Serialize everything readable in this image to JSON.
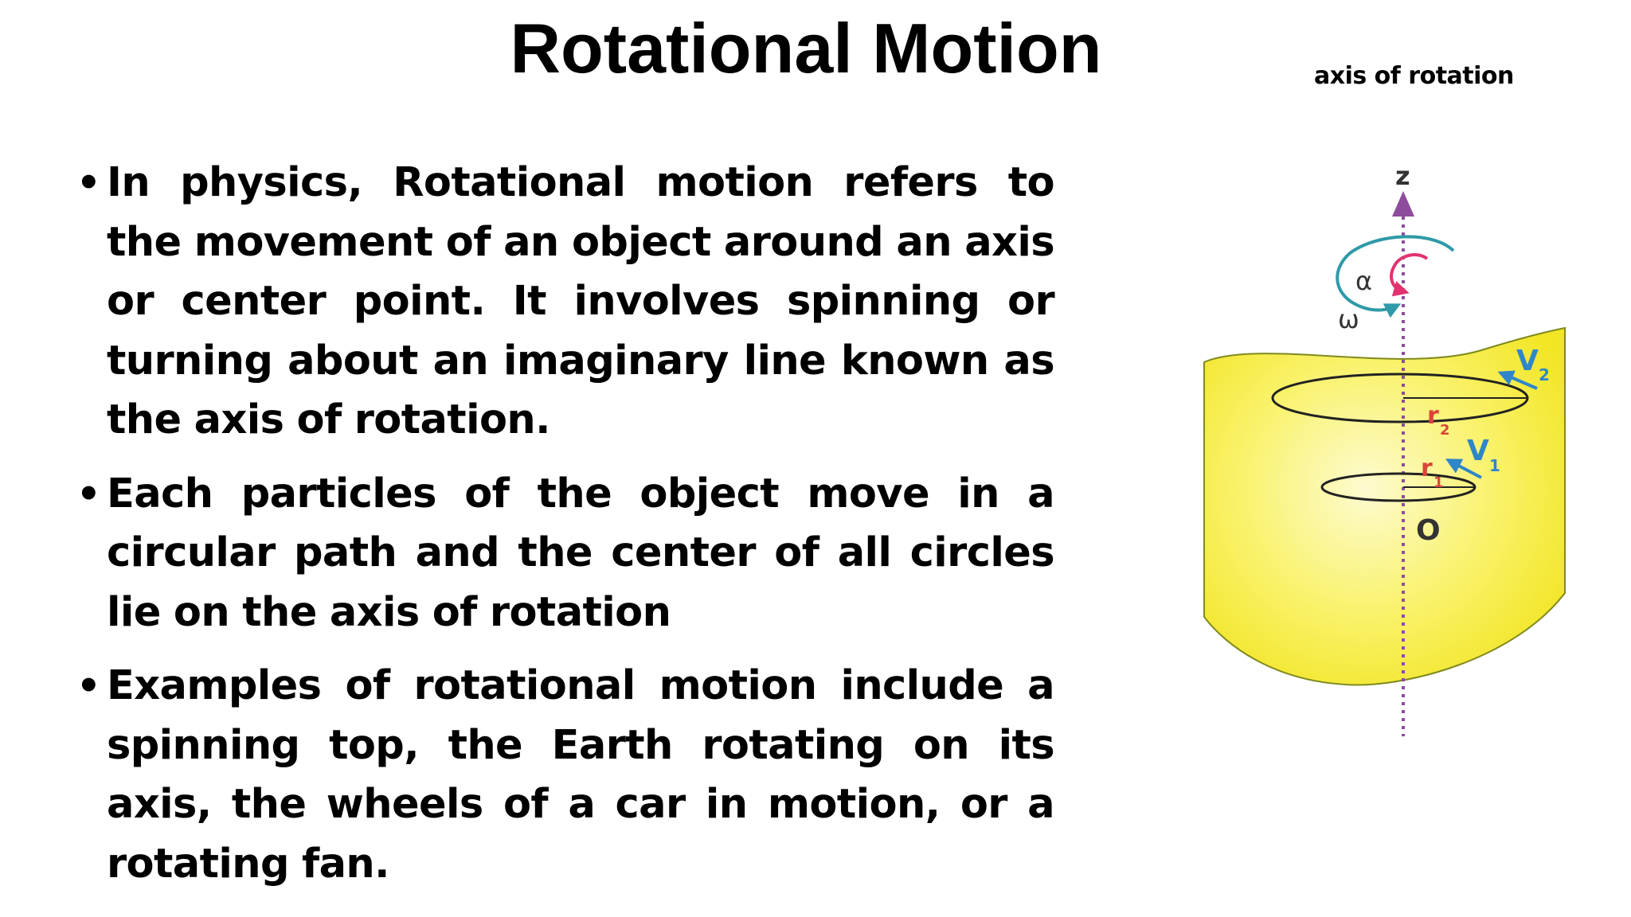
{
  "slide": {
    "title": "Rotational Motion",
    "bullets": [
      {
        "text": "In physics, Rotational motion refers to the movement of an object around an axis or center point. It involves spinning or turning about an imaginary line known as the axis of rotation."
      },
      {
        "text": "Each particles of the object move in a circular path and the center of all circles lie on the axis of rotation"
      },
      {
        "text": "Examples of rotational motion include a spinning top, the Earth rotating on its axis, the wheels of a car in motion, or a rotating fan."
      }
    ],
    "bullet_symbol": "•"
  },
  "figure": {
    "caption": "axis of rotation",
    "labels": {
      "axis": "z",
      "origin": "O",
      "angular_velocity": "ω",
      "angular_acceleration": "α",
      "radius_1_main": "r",
      "radius_1_sub": "1",
      "radius_2_main": "r",
      "radius_2_sub": "2",
      "velocity_1_main": "V",
      "velocity_1_sub": "1",
      "velocity_2_main": "V",
      "velocity_2_sub": "2"
    },
    "colors": {
      "body_fill": "#f7ee3a",
      "body_center": "#fdfbd0",
      "body_edge": "#7f8a1e",
      "axis": "#8e4c9c",
      "alpha": "#e0336f",
      "omega": "#2f9aa8",
      "radius": "#d9453a",
      "velocity": "#2f86c8",
      "orbit": "#222222"
    }
  }
}
